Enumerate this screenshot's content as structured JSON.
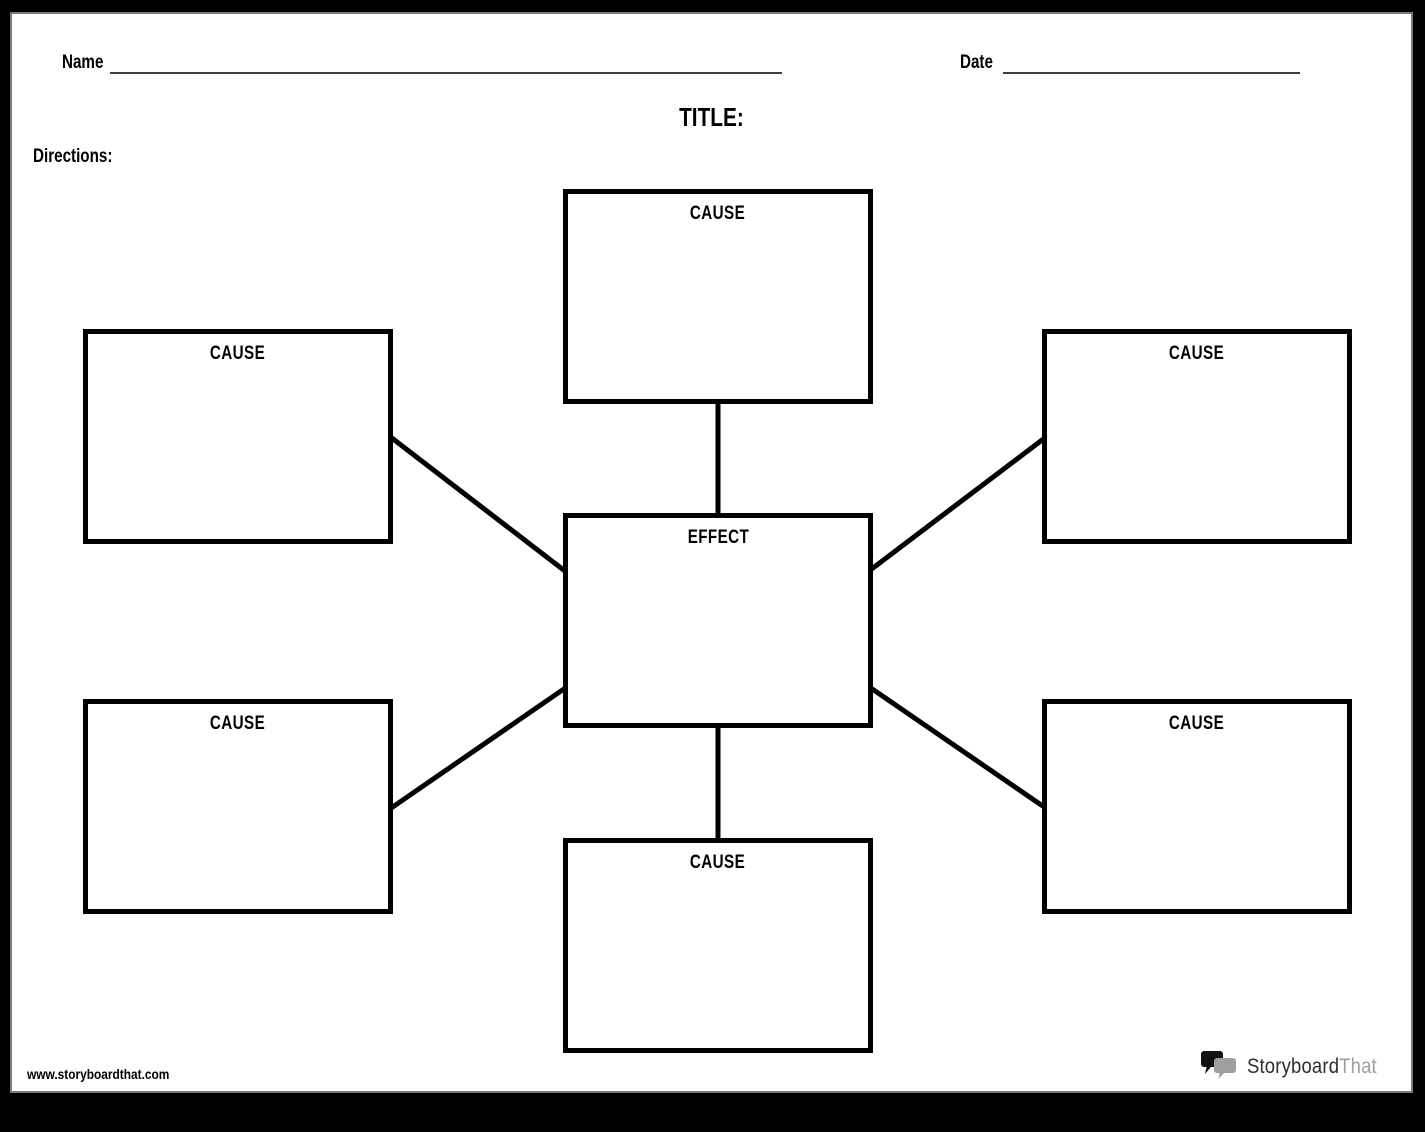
{
  "page": {
    "header": {
      "name_label": "Name",
      "date_label": "Date",
      "title_label": "TITLE:",
      "directions_label": "Directions:"
    },
    "diagram": {
      "center": {
        "label": "EFFECT"
      },
      "causes": {
        "top": {
          "label": "CAUSE"
        },
        "left_upper": {
          "label": "CAUSE"
        },
        "right_upper": {
          "label": "CAUSE"
        },
        "left_lower": {
          "label": "CAUSE"
        },
        "right_lower": {
          "label": "CAUSE"
        },
        "bottom": {
          "label": "CAUSE"
        }
      }
    },
    "footer": {
      "website_url": "www.storyboardthat.com",
      "logo_text_primary": "Storyboard",
      "logo_text_secondary": "That"
    },
    "colors": {
      "box_border": "#000000",
      "connector_line": "#000000",
      "blank_line": "#3f3f3f",
      "page_edge": "#7a7a7a",
      "logo_primary_text": "#2d2d2d",
      "logo_secondary_text": "#9e9e9e",
      "logo_bubble_dark": "#111111",
      "logo_bubble_gray": "#9e9e9e"
    }
  }
}
